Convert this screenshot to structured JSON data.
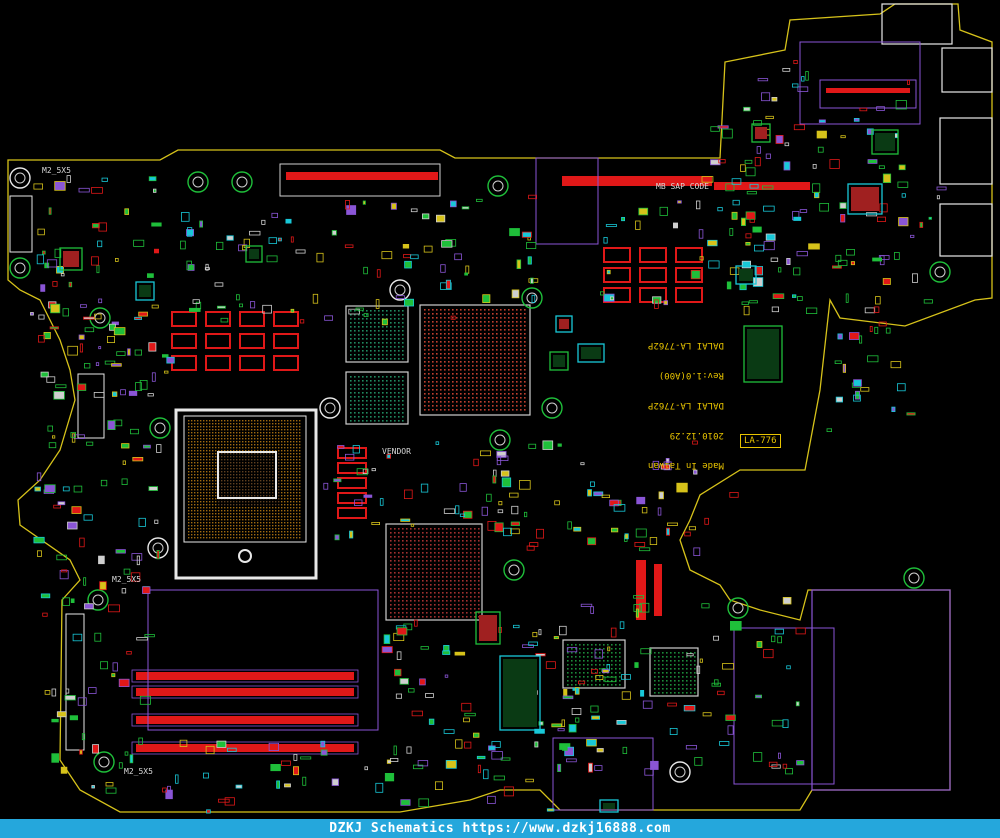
{
  "footer": {
    "text": "DZKJ Schematics https://www.dzkj16888.com"
  },
  "board_labels": {
    "model_block": [
      "DALAI LA-7762P",
      "Rev:1.0(A00)",
      "DALAI LA-7762P",
      "2010.12.29",
      "Made In Taiwan"
    ],
    "la_short": "LA-776",
    "mb_sap": "MB SAP CODE",
    "hole_label": "M2_5X5",
    "hole_label_alt": "M2_5X5",
    "vendor_mark": "VENDOR"
  },
  "colors": {
    "background": "#000000",
    "outline": "#d6c21a",
    "pad_red": "#e01818",
    "trace_green": "#1fbf3a",
    "cyan": "#18c8d8",
    "purple": "#8a55d6",
    "white": "#e8e8e8",
    "footer_bg": "#25a7dc"
  },
  "icons": [
    "mounting-hole-icon",
    "bga-chip-icon",
    "cpu-socket-icon",
    "ram-slot-icon",
    "connector-icon"
  ]
}
